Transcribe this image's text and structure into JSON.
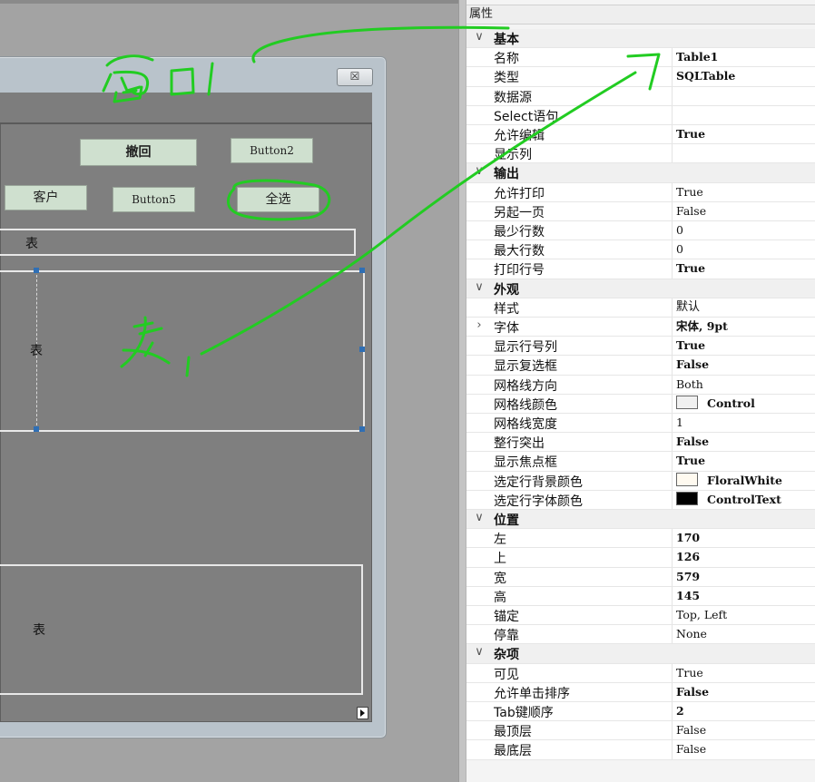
{
  "form": {
    "close_glyph": "☒",
    "buttons": {
      "undo": "撤回",
      "button2": "Button2",
      "customer": "客户",
      "button5": "Button5",
      "select_all": "全选"
    },
    "tables": {
      "table_top": "表",
      "table_middle": "表",
      "table_bottom": "表"
    }
  },
  "annotations": {
    "window_label": "窗口1",
    "table_label": "表1",
    "color": "#22cc22"
  },
  "properties": {
    "header": "属性",
    "categories": [
      {
        "label": "基本",
        "chevron": "∨",
        "props": [
          {
            "name": "名称",
            "value": "Table1",
            "bold": true
          },
          {
            "name": "类型",
            "value": "SQLTable",
            "bold": true
          },
          {
            "name": "数据源",
            "value": ""
          },
          {
            "name": "Select语句",
            "value": ""
          },
          {
            "name": "允许编辑",
            "value": "True",
            "bold": true
          },
          {
            "name": "显示列",
            "value": ""
          }
        ]
      },
      {
        "label": "输出",
        "chevron": "∨",
        "props": [
          {
            "name": "允许打印",
            "value": "True"
          },
          {
            "name": "另起一页",
            "value": "False"
          },
          {
            "name": "最少行数",
            "value": "0"
          },
          {
            "name": "最大行数",
            "value": "0"
          },
          {
            "name": "打印行号",
            "value": "True",
            "bold": true
          }
        ]
      },
      {
        "label": "外观",
        "chevron": "∨",
        "props": [
          {
            "name": "样式",
            "value": "默认",
            "plain": true
          },
          {
            "name": "字体",
            "value": "宋体, 9pt",
            "bold": true,
            "expander": "›"
          },
          {
            "name": "显示行号列",
            "value": "True",
            "bold": true
          },
          {
            "name": "显示复选框",
            "value": "False",
            "bold": true
          },
          {
            "name": "网格线方向",
            "value": "Both"
          },
          {
            "name": "网格线颜色",
            "value": "Control",
            "bold": true,
            "swatch": "#f0f0f0"
          },
          {
            "name": "网格线宽度",
            "value": "1"
          },
          {
            "name": "整行突出",
            "value": "False",
            "bold": true
          },
          {
            "name": "显示焦点框",
            "value": "True",
            "bold": true
          },
          {
            "name": "选定行背景颜色",
            "value": "FloralWhite",
            "bold": true,
            "swatch": "#fffaf0"
          },
          {
            "name": "选定行字体颜色",
            "value": "ControlText",
            "bold": true,
            "swatch": "#000000"
          }
        ]
      },
      {
        "label": "位置",
        "chevron": "∨",
        "props": [
          {
            "name": "左",
            "value": "170",
            "bold": true
          },
          {
            "name": "上",
            "value": "126",
            "bold": true
          },
          {
            "name": "宽",
            "value": "579",
            "bold": true
          },
          {
            "name": "高",
            "value": "145",
            "bold": true
          },
          {
            "name": "锚定",
            "value": "Top, Left"
          },
          {
            "name": "停靠",
            "value": "None"
          }
        ]
      },
      {
        "label": "杂项",
        "chevron": "∨",
        "props": [
          {
            "name": "可见",
            "value": "True"
          },
          {
            "name": "允许单击排序",
            "value": "False",
            "bold": true
          },
          {
            "name": "Tab键顺序",
            "value": "2",
            "bold": true
          },
          {
            "name": "最顶层",
            "value": "False"
          },
          {
            "name": "最底层",
            "value": "False"
          }
        ]
      }
    ]
  }
}
